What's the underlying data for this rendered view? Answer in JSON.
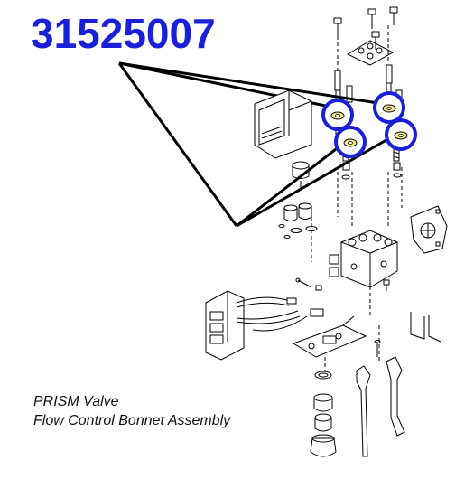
{
  "part_number": "31525007",
  "caption": {
    "line1": "PRISM Valve",
    "line2": "Flow Control Bonnet Assembly"
  },
  "colors": {
    "highlight": "#1a1fd8",
    "washer": "#f4e88a",
    "line": "#000000"
  },
  "icons": [
    "hex-bolt",
    "o-ring",
    "spring",
    "bonnet",
    "valve-body",
    "washer",
    "actuator-cover",
    "connector-cable"
  ]
}
